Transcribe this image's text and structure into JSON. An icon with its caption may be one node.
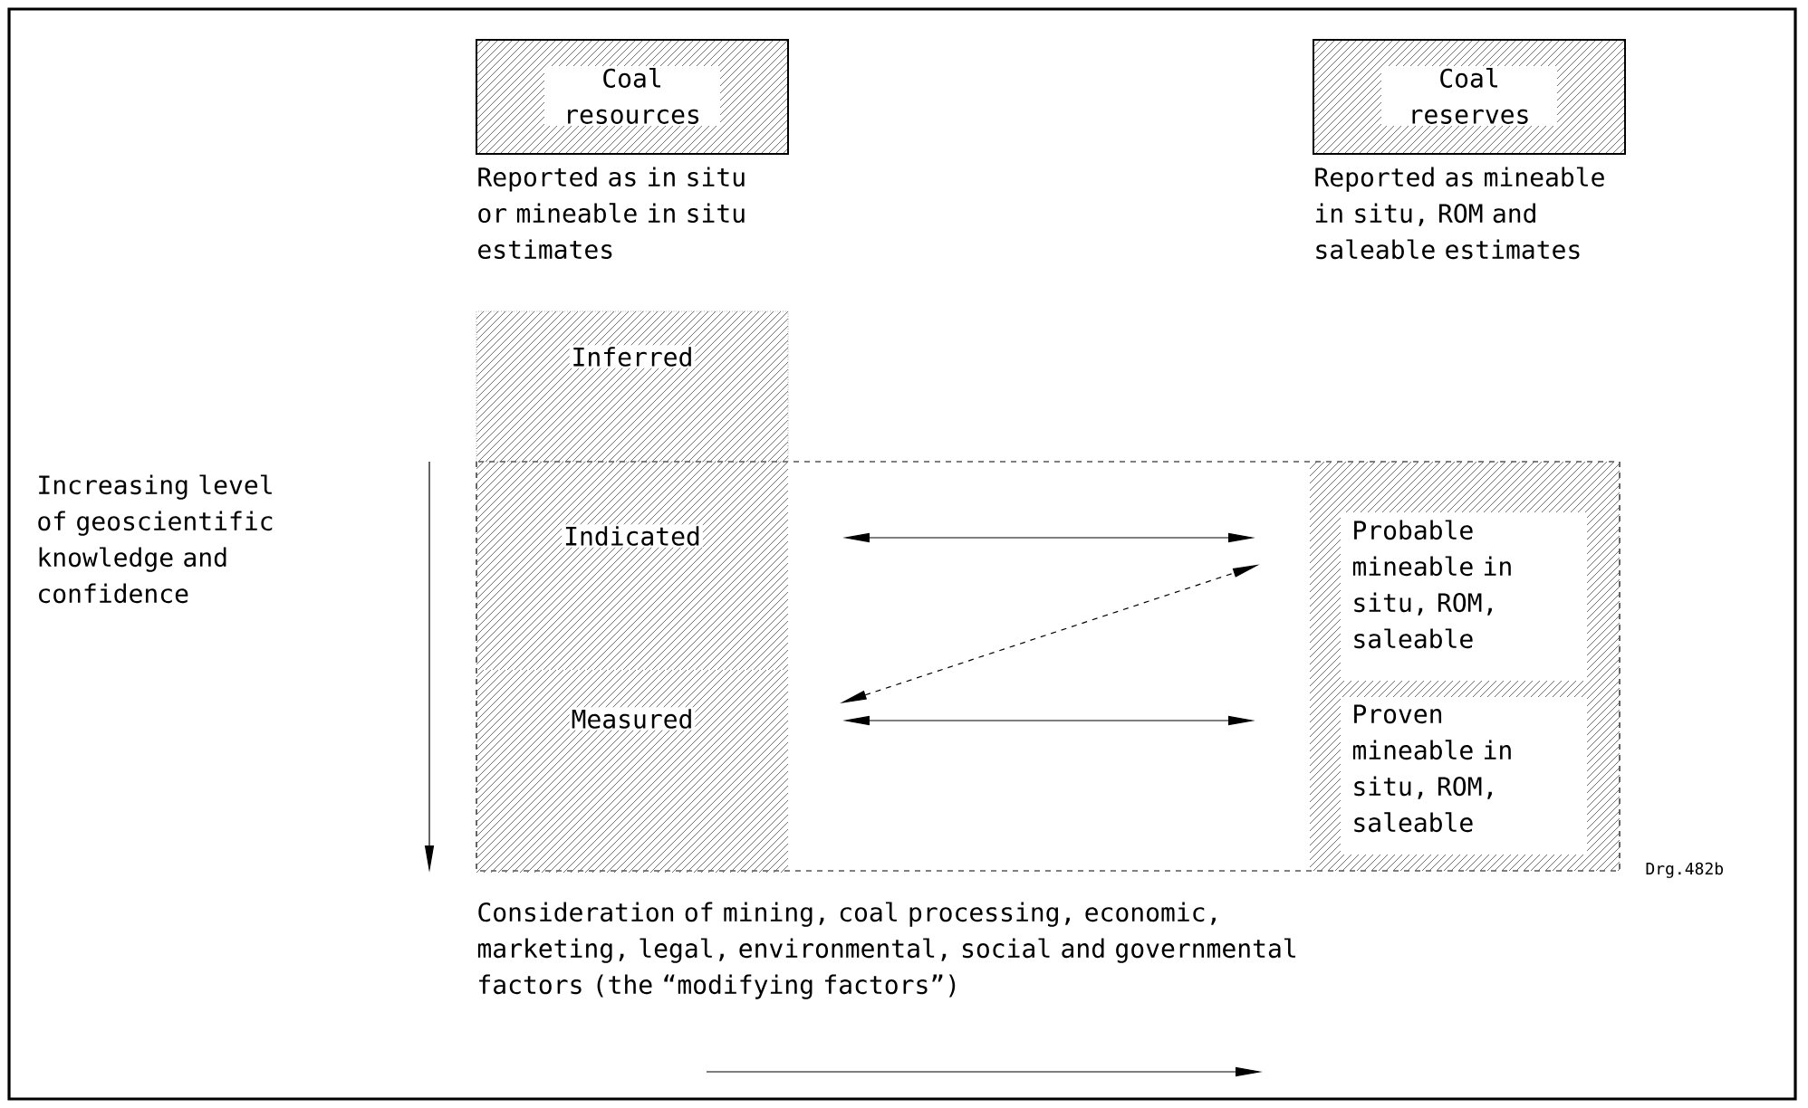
{
  "diagram": {
    "nodes": [
      {
        "text": [
          "Coal resources"
        ],
        "beside": [
          "Reported as in situ or mineable in situ estimates"
        ]
      },
      {
        "text": [
          "Coal reserves"
        ],
        "beside": [
          "Reported as mineable in situ, ROM and saleable estimates"
        ]
      },
      {
        "text": [
          "Inferred"
        ]
      },
      {
        "text": [
          "Indicated"
        ]
      },
      {
        "text": [
          "Measured"
        ]
      },
      {
        "text": [],
        "shape": "box"
      },
      {
        "text": [
          "Probable mineable in situ, ROM, saleable"
        ],
        "in": 5
      },
      {
        "text": [
          "Proven mineable in situ, ROM, saleable"
        ],
        "in": 5
      }
    ],
    "edges": [
      {
        "from": 3,
        "to": 6,
        "arrow": "both"
      },
      {
        "from": 4,
        "to": 7,
        "arrow": "both"
      },
      {
        "from": 4,
        "to": 6,
        "arrow": "both",
        "style": "dashed"
      }
    ],
    "labels": [
      "Increasing level of geoscientific knowledge and confidence",
      "Consideration of mining, coal processing, economic, marketing, legal, environmental, social and governmental factors (the “modifying factors”)",
      "Drg.482b"
    ]
  }
}
